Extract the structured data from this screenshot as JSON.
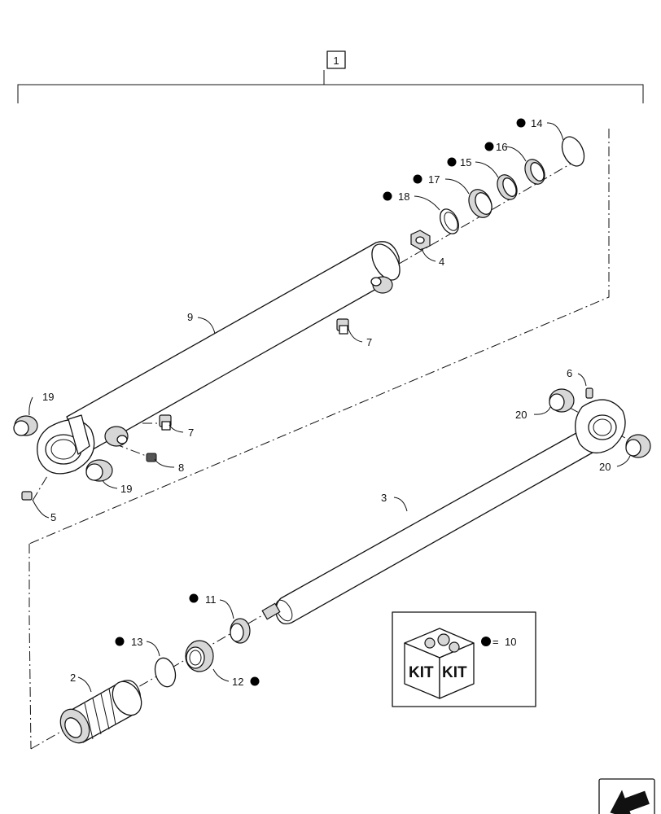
{
  "callouts": {
    "c1": "1",
    "c2": "2",
    "c3": "3",
    "c4": "4",
    "c5": "5",
    "c6": "6",
    "c7a": "7",
    "c7b": "7",
    "c8": "8",
    "c9": "9",
    "c11": "11",
    "c12": "12",
    "c13": "13",
    "c14": "14",
    "c15": "15",
    "c16": "16",
    "c17": "17",
    "c18": "18",
    "c19a": "19",
    "c19b": "19",
    "c20a": "20",
    "c20b": "20"
  },
  "kit": {
    "label_left": "KIT",
    "label_right": "KIT",
    "legend_number": "10"
  },
  "icons": [
    "kit-box-icon",
    "next-page-arrow-icon"
  ],
  "colors": {
    "ink": "#111111",
    "marker": "#000000"
  }
}
